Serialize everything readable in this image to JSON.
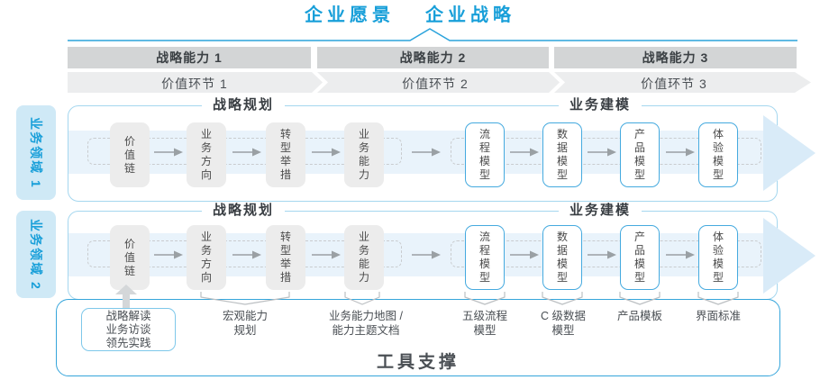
{
  "title": {
    "vision": "企业愿景",
    "strategy": "企业战略"
  },
  "strategic_capabilities": [
    "战略能力 1",
    "战略能力 2",
    "战略能力 3"
  ],
  "value_chain_links": [
    "价值环节 1",
    "价值环节 2",
    "价值环节 3"
  ],
  "business_domains": [
    "业务领域 1",
    "业务领域 2"
  ],
  "row_sections": {
    "planning": "战略规划",
    "modeling": "业务建模"
  },
  "nodes": [
    {
      "label": "价值链",
      "style": "gray"
    },
    {
      "label": "业务方向",
      "style": "gray"
    },
    {
      "label": "转型举措",
      "style": "gray"
    },
    {
      "label": "业务能力",
      "style": "gray"
    },
    {
      "label": "流程模型",
      "style": "blue"
    },
    {
      "label": "数据模型",
      "style": "blue"
    },
    {
      "label": "产品模型",
      "style": "blue"
    },
    {
      "label": "体验模型",
      "style": "blue"
    }
  ],
  "annotations": {
    "inputs_box": "战略解读\n业务访谈\n领先实践",
    "labels": [
      "宏观能力\n规划",
      "业务能力地图 /\n能力主题文档",
      "五级流程\n模型",
      "C 级数据\n模型",
      "产品模板",
      "界面标准"
    ]
  },
  "footer_title": "工具支撑",
  "colors": {
    "accent_blue": "#189fd9",
    "line_blue": "#2ba3dc",
    "panel_border": "#a5d7ef",
    "container_border": "#35a5db",
    "band_fill": "#e9f3fb",
    "arrowhead_fill": "#d9ebf8",
    "bar_dark": "#d3d5d6",
    "bar_light": "#ecedee",
    "node_gray": "#ececec",
    "node_blue_border": "#45aadf",
    "arrow_gray": "#9aa0a4"
  }
}
